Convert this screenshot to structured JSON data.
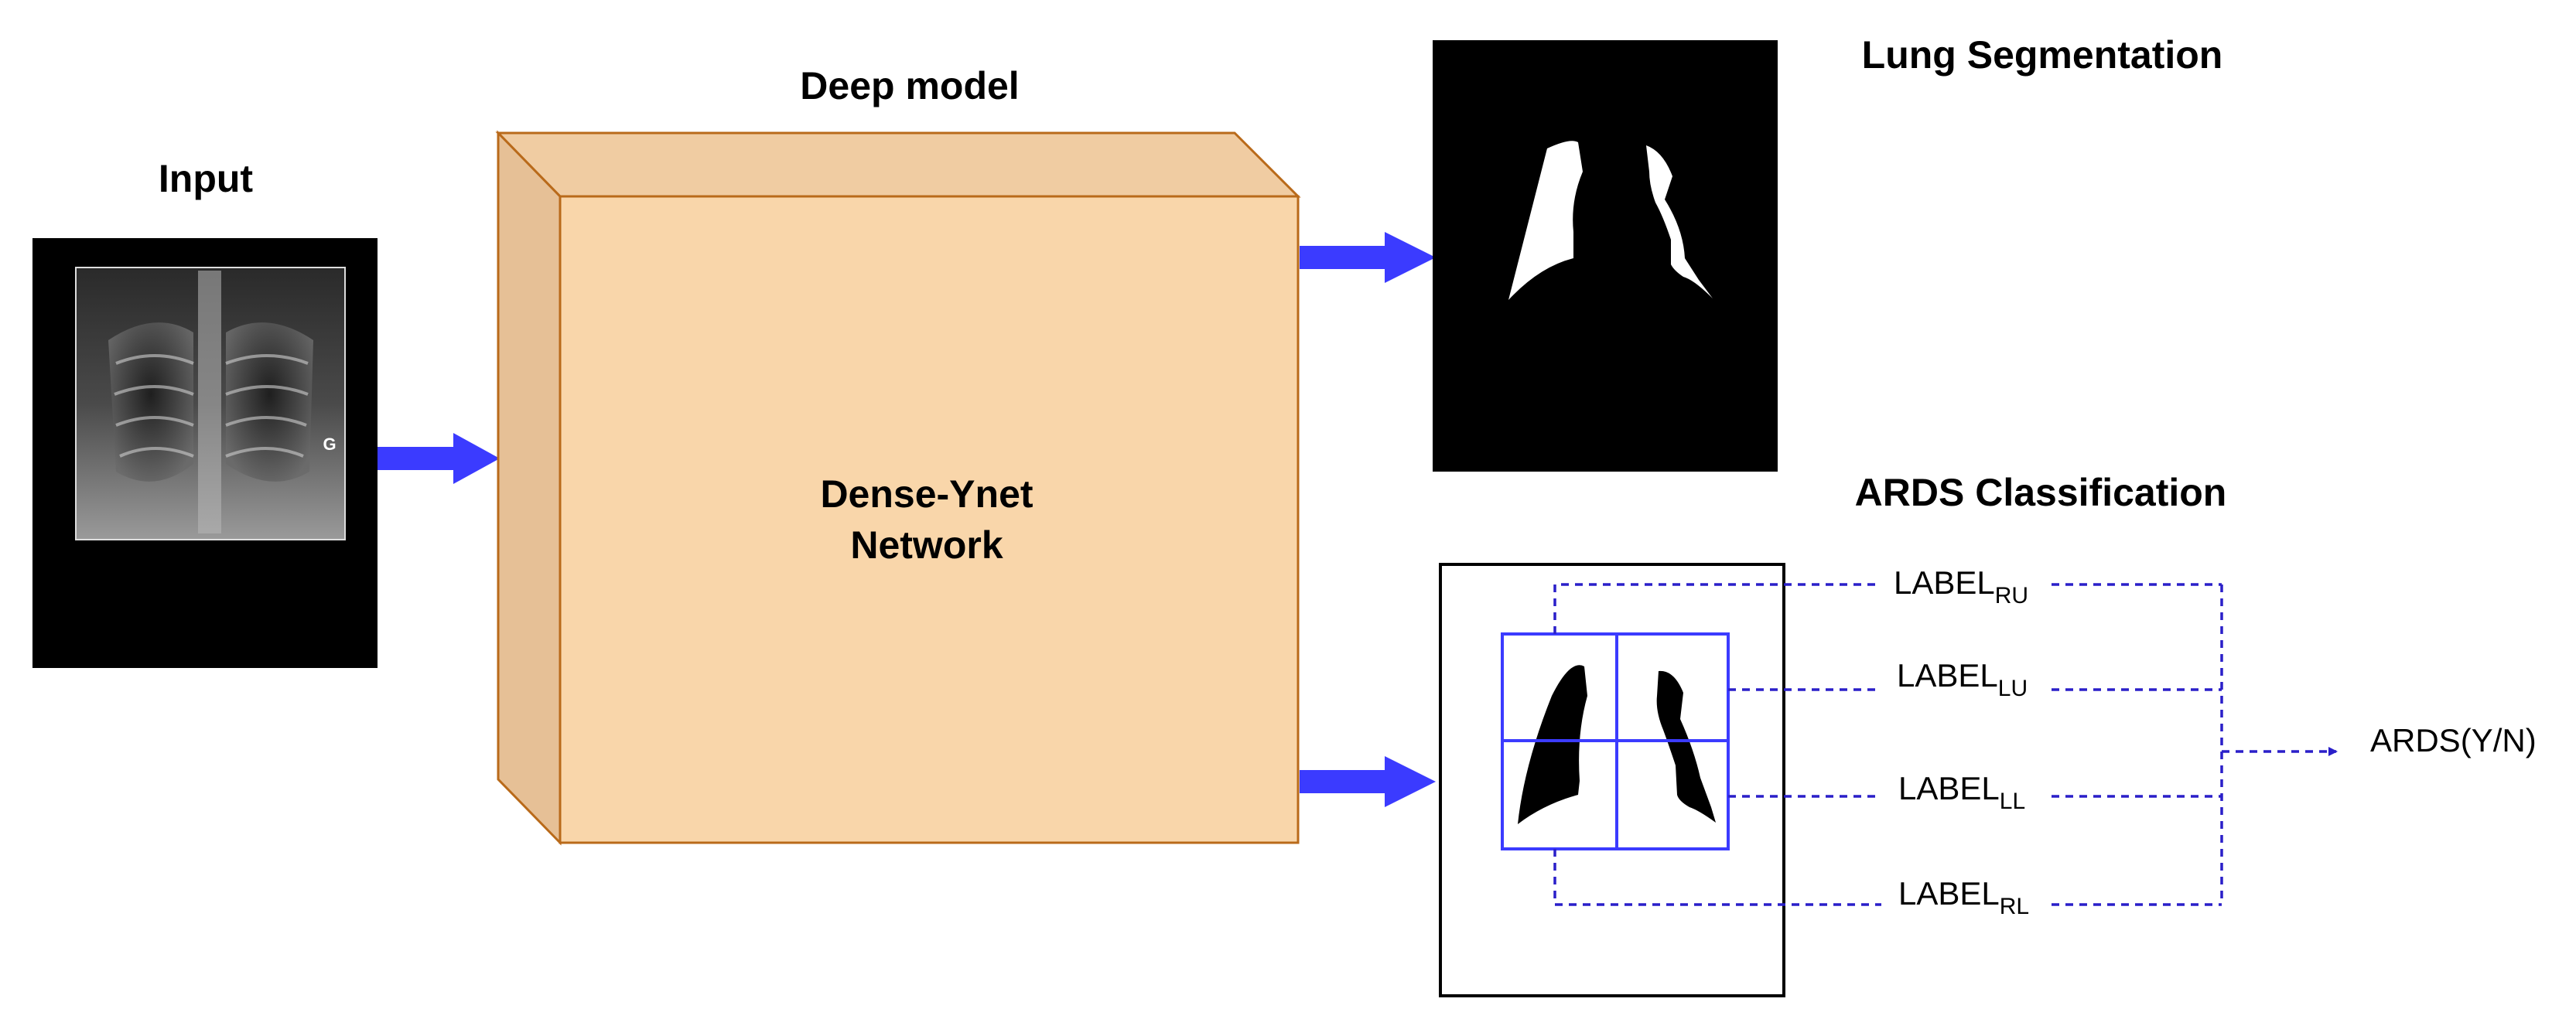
{
  "input": {
    "title": "Input",
    "xray_marker": "G"
  },
  "model": {
    "title": "Deep model",
    "name_line1": "Dense-Ynet",
    "name_line2": "Network"
  },
  "segmentation": {
    "title": "Lung Segmentation"
  },
  "classification": {
    "title": "ARDS Classification",
    "labels": [
      {
        "base": "LABEL",
        "sub": "RU"
      },
      {
        "base": "LABEL",
        "sub": "LU"
      },
      {
        "base": "LABEL",
        "sub": "LL"
      },
      {
        "base": "LABEL",
        "sub": "RL"
      }
    ],
    "output": "ARDS(Y/N)"
  },
  "colors": {
    "arrow": "#3b3bff",
    "dashed": "#2a1fc9",
    "grid": "#3b3bff",
    "box_front": "#f9d6aa",
    "box_side": "#e6c096",
    "box_top": "#f0cca2",
    "box_edge": "#b96a1a"
  }
}
